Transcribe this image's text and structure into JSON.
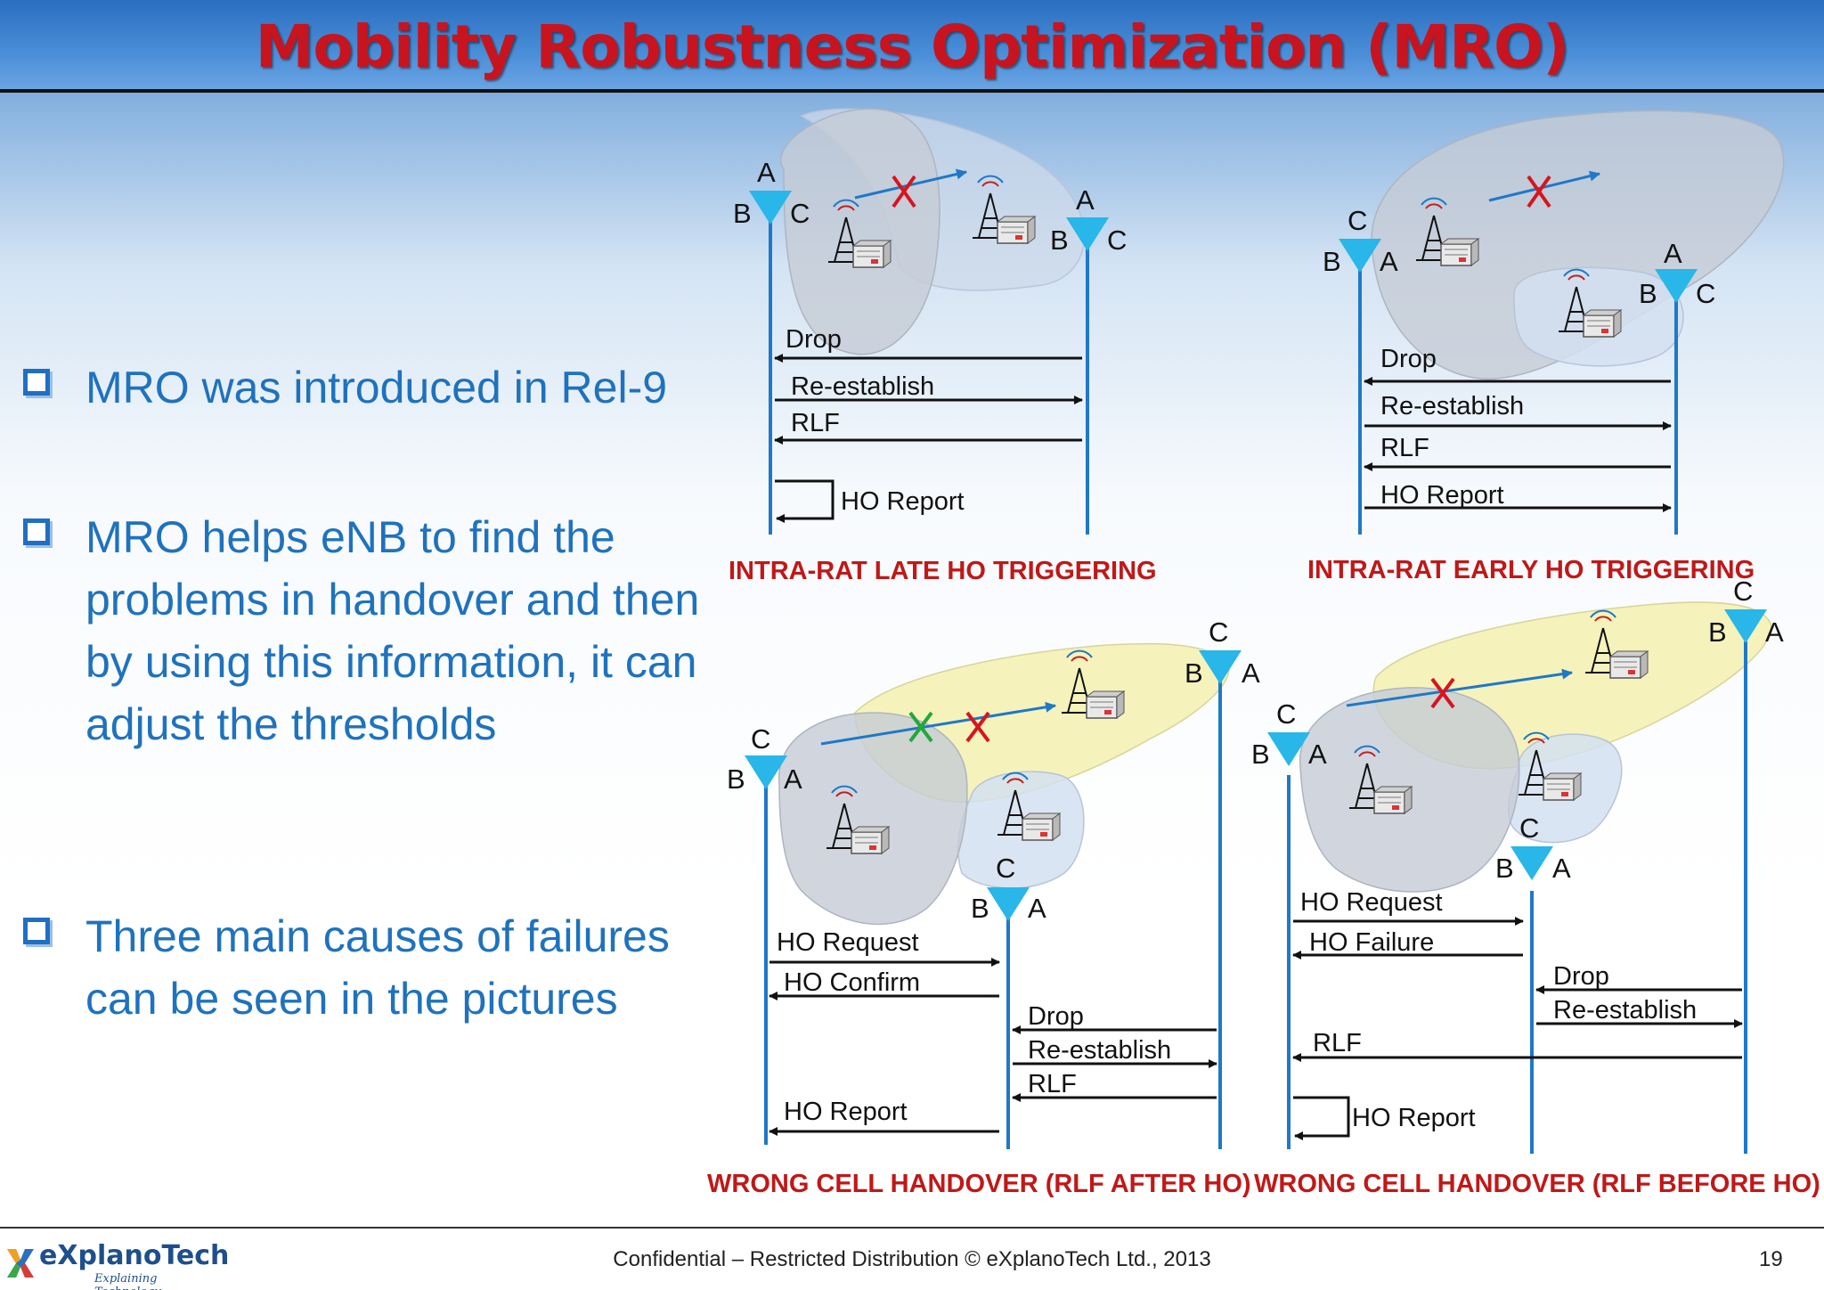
{
  "title": "Mobility Robustness Optimization (MRO)",
  "bullets": [
    "MRO was introduced in Rel-9",
    "MRO helps eNB to find the problems in handover and then by using this information, it can adjust the thresholds",
    "Three main causes of failures can be seen in the pictures"
  ],
  "sector_labels": {
    "a": "A",
    "b": "B",
    "c": "C"
  },
  "panels": {
    "late_ho": {
      "caption": "INTRA-RAT LATE HO TRIGGERING",
      "messages": [
        "Drop",
        "Re-establish",
        "RLF",
        "HO Report"
      ]
    },
    "early_ho": {
      "caption": "INTRA-RAT EARLY HO TRIGGERING",
      "messages": [
        "Drop",
        "Re-establish",
        "RLF",
        "HO Report"
      ]
    },
    "wrong_after": {
      "caption": "WRONG CELL HANDOVER (RLF AFTER HO)",
      "messages": [
        "HO Request",
        "HO Confirm",
        "Drop",
        "Re-establish",
        "RLF",
        "HO Report"
      ]
    },
    "wrong_before": {
      "caption": "WRONG CELL HANDOVER (RLF BEFORE HO)",
      "messages": [
        "HO Request",
        "HO Failure",
        "Drop",
        "Re-establish",
        "RLF",
        "HO Report"
      ]
    }
  },
  "footer": {
    "logo_name": "eXplanoTech",
    "logo_tagline": "Explaining Technology",
    "text": "Confidential – Restricted Distribution © eXplanoTech Ltd., 2013",
    "page": "19"
  },
  "colors": {
    "title": "#c8141e",
    "bullet_text": "#1f72bd",
    "caption": "#c01818",
    "timeline": "#1f78c8",
    "antenna": "#29b6e8",
    "cell_grey": "#cdd3dc",
    "cell_yellow": "#f4f2b4",
    "cell_blue": "#d3e0f1",
    "fail_x": "#d8141e",
    "ok_x": "#22a83a"
  }
}
